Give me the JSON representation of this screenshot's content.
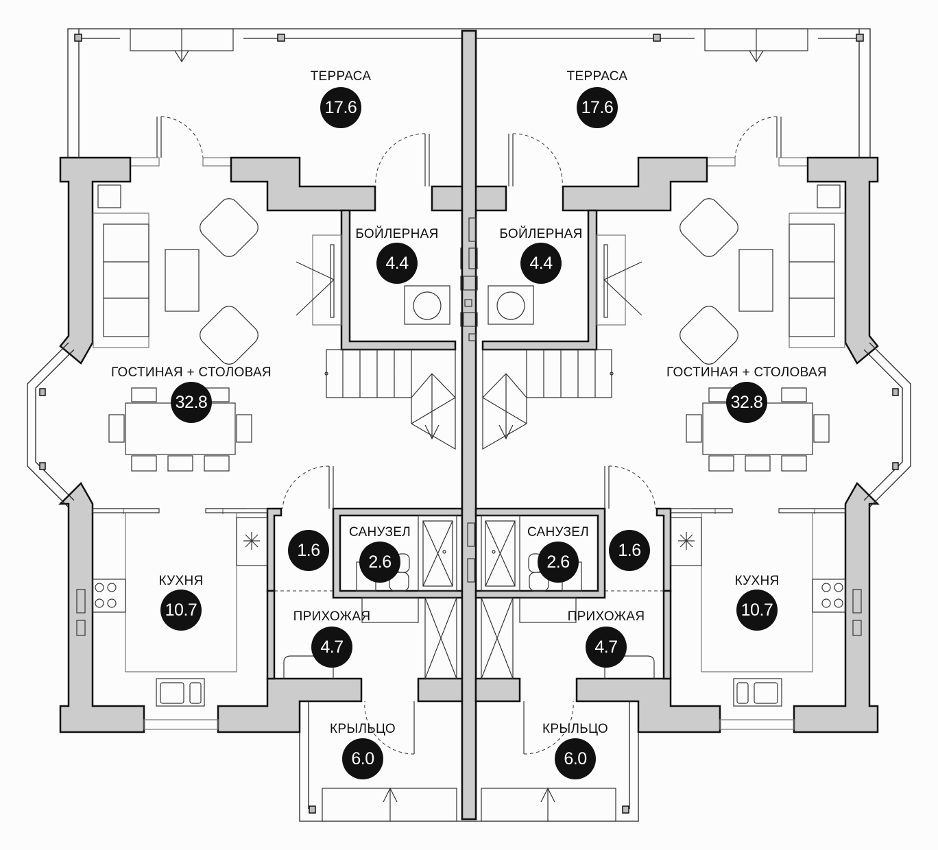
{
  "rooms": {
    "left": [
      {
        "name": "ТЕРРАСА",
        "area": "17.6"
      },
      {
        "name": "БОЙЛЕРНАЯ",
        "area": "4.4"
      },
      {
        "name": "ГОСТИНАЯ + СТОЛОВАЯ",
        "area": "32.8"
      },
      {
        "name": "КУХНЯ",
        "area": "10.7"
      },
      {
        "name": "",
        "area": "1.6"
      },
      {
        "name": "САНУЗЕЛ",
        "area": "2.6"
      },
      {
        "name": "ПРИХОЖАЯ",
        "area": "4.7"
      },
      {
        "name": "КРЫЛЬЦО",
        "area": "6.0"
      }
    ],
    "right": [
      {
        "name": "ТЕРРАСА",
        "area": "17.6"
      },
      {
        "name": "БОЙЛЕРНАЯ",
        "area": "4.4"
      },
      {
        "name": "ГОСТИНАЯ + СТОЛОВАЯ",
        "area": "32.8"
      },
      {
        "name": "КУХНЯ",
        "area": "10.7"
      },
      {
        "name": "",
        "area": "1.6"
      },
      {
        "name": "САНУЗЕЛ",
        "area": "2.6"
      },
      {
        "name": "ПРИХОЖАЯ",
        "area": "4.7"
      },
      {
        "name": "КРЫЛЬЦО",
        "area": "6.0"
      }
    ]
  },
  "colors": {
    "wall": "#cccccc",
    "badge": "#111111",
    "background": "#fcfcfc"
  }
}
